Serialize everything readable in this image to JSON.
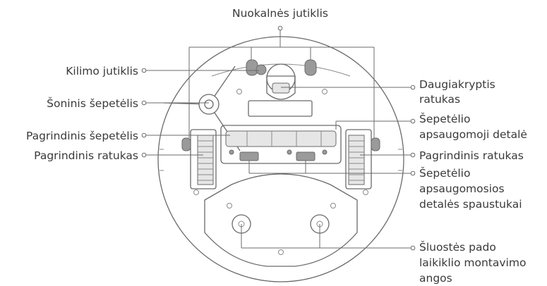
{
  "labels": {
    "cliff_sensor": "Nuokalnės jutiklis",
    "carpet_sensor": "Kilimo jutiklis",
    "side_brush": "Šoninis šepetėlis",
    "main_brush": "Pagrindinis šepetėlis",
    "main_wheel_left": "Pagrindinis ratukas",
    "omni_wheel": [
      "Daugiakryptis",
      "ratukas"
    ],
    "brush_guard": [
      "Šepetėlio",
      "apsaugomoji detalė"
    ],
    "main_wheel_right": "Pagrindinis ratukas",
    "brush_guard_clips": [
      "Šepetėlio",
      "apsaugomosios",
      "detalės spaustukai"
    ],
    "mop_mount_holes": [
      "Šluostės pado",
      "laikiklio montavimo",
      "angos"
    ]
  }
}
